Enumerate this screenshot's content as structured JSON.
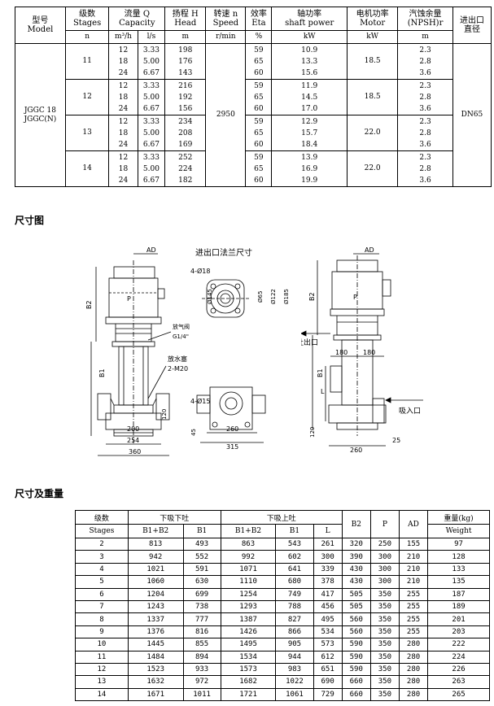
{
  "perf_table": {
    "headers": [
      {
        "cn": "型号",
        "en": "Model"
      },
      {
        "cn": "级数",
        "en": "Stages"
      },
      {
        "cn": "流量 Q",
        "en": "Capacity"
      },
      {
        "cn": "扬程 H",
        "en": "Head"
      },
      {
        "cn": "转速 n",
        "en": "Speed"
      },
      {
        "cn": "效率",
        "en": "Eta"
      },
      {
        "cn": "轴功率",
        "en": "shaft power"
      },
      {
        "cn": "电机功率",
        "en": "Motor"
      },
      {
        "cn": "汽蚀余量",
        "en": "(NPSH)r"
      },
      {
        "cn": "进出口",
        "en": "直径"
      }
    ],
    "units": [
      "n",
      "m³/h",
      "l/s",
      "m",
      "r/min",
      "%",
      "kW",
      "kW",
      "m"
    ],
    "model": "JGGC  18\nJGGC(N)",
    "speed": "2950",
    "dn": "DN65",
    "groups": [
      {
        "stages": "11",
        "q_m3h": [
          "12",
          "18",
          "24"
        ],
        "q_ls": [
          "3.33",
          "5.00",
          "6.67"
        ],
        "head": [
          "198",
          "176",
          "143"
        ],
        "eta": [
          "59",
          "65",
          "60"
        ],
        "shaft": [
          "10.9",
          "13.3",
          "15.6"
        ],
        "motor": "18.5",
        "npsh": [
          "2.3",
          "2.8",
          "3.6"
        ]
      },
      {
        "stages": "12",
        "q_m3h": [
          "12",
          "18",
          "24"
        ],
        "q_ls": [
          "3.33",
          "5.00",
          "6.67"
        ],
        "head": [
          "216",
          "192",
          "156"
        ],
        "eta": [
          "59",
          "65",
          "60"
        ],
        "shaft": [
          "11.9",
          "14.5",
          "17.0"
        ],
        "motor": "18.5",
        "npsh": [
          "2.3",
          "2.8",
          "3.6"
        ]
      },
      {
        "stages": "13",
        "q_m3h": [
          "12",
          "18",
          "24"
        ],
        "q_ls": [
          "3.33",
          "5.00",
          "6.67"
        ],
        "head": [
          "234",
          "208",
          "169"
        ],
        "eta": [
          "59",
          "65",
          "60"
        ],
        "shaft": [
          "12.9",
          "15.7",
          "18.4"
        ],
        "motor": "22.0",
        "npsh": [
          "2.3",
          "2.8",
          "3.6"
        ]
      },
      {
        "stages": "14",
        "q_m3h": [
          "12",
          "18",
          "24"
        ],
        "q_ls": [
          "3.33",
          "5.00",
          "6.67"
        ],
        "head": [
          "252",
          "224",
          "182"
        ],
        "eta": [
          "59",
          "65",
          "60"
        ],
        "shaft": [
          "13.9",
          "16.9",
          "19.9"
        ],
        "motor": "22.0",
        "npsh": [
          "2.3",
          "2.8",
          "3.6"
        ]
      }
    ]
  },
  "section_dims": "尺寸图",
  "section_weight": "尺寸及重量",
  "drawing": {
    "flange_title": "进出口法兰尺寸",
    "vent_valve": "放气阀",
    "vent_size": "G1/4\"",
    "drain_plug": "放水塞",
    "drain_size": "2-M20",
    "outlet": "吐出口",
    "inlet": "吸入口",
    "labels": {
      "AD": "AD",
      "P": "P",
      "B1": "B1",
      "B2": "B2",
      "L": "L",
      "bolt_flange": "4-Ø18",
      "bolt_base": "4-Ø15",
      "d145": "Ø145",
      "d65": "Ø65",
      "d122": "Ø122",
      "d185": "Ø185",
      "n120": "120",
      "n200": "200",
      "n254": "254",
      "n360": "360",
      "n45": "45",
      "n260": "260",
      "n315": "315",
      "n180a": "180",
      "n180b": "180",
      "n120b": "120",
      "n260b": "260",
      "n25": "25"
    }
  },
  "dims_table": {
    "head1": {
      "stages": "级数",
      "bottom": "下吸下吐",
      "side": "下吸上吐",
      "b2": "B2",
      "p": "P",
      "ad": "AD",
      "weight": "重量(kg)"
    },
    "head2": {
      "stages": "Stages",
      "b1b2": "B1+B2",
      "b1": "B1",
      "b1b2s": "B1+B2",
      "b1s": "B1",
      "l": "L",
      "weight": "Weight"
    },
    "rows": [
      [
        "2",
        "813",
        "493",
        "863",
        "543",
        "261",
        "320",
        "250",
        "155",
        "97"
      ],
      [
        "3",
        "942",
        "552",
        "992",
        "602",
        "300",
        "390",
        "300",
        "210",
        "128"
      ],
      [
        "4",
        "1021",
        "591",
        "1071",
        "641",
        "339",
        "430",
        "300",
        "210",
        "133"
      ],
      [
        "5",
        "1060",
        "630",
        "1110",
        "680",
        "378",
        "430",
        "300",
        "210",
        "135"
      ],
      [
        "6",
        "1204",
        "699",
        "1254",
        "749",
        "417",
        "505",
        "350",
        "255",
        "187"
      ],
      [
        "7",
        "1243",
        "738",
        "1293",
        "788",
        "456",
        "505",
        "350",
        "255",
        "189"
      ],
      [
        "8",
        "1337",
        "777",
        "1387",
        "827",
        "495",
        "560",
        "350",
        "255",
        "201"
      ],
      [
        "9",
        "1376",
        "816",
        "1426",
        "866",
        "534",
        "560",
        "350",
        "255",
        "203"
      ],
      [
        "10",
        "1445",
        "855",
        "1495",
        "905",
        "573",
        "590",
        "350",
        "280",
        "222"
      ],
      [
        "11",
        "1484",
        "894",
        "1534",
        "944",
        "612",
        "590",
        "350",
        "280",
        "224"
      ],
      [
        "12",
        "1523",
        "933",
        "1573",
        "983",
        "651",
        "590",
        "350",
        "280",
        "226"
      ],
      [
        "13",
        "1632",
        "972",
        "1682",
        "1022",
        "690",
        "660",
        "350",
        "280",
        "263"
      ],
      [
        "14",
        "1671",
        "1011",
        "1721",
        "1061",
        "729",
        "660",
        "350",
        "280",
        "265"
      ]
    ]
  }
}
